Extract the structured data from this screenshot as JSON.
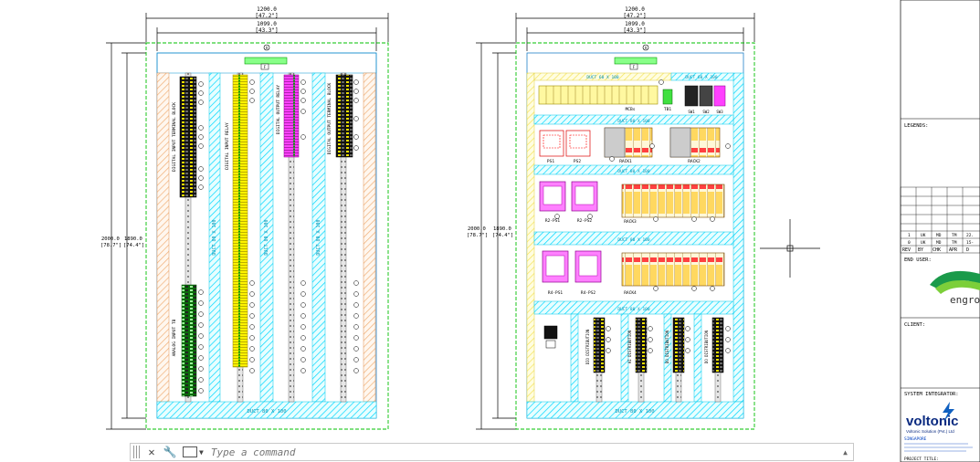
{
  "drawing": {
    "left_panel": {
      "dim_total": "1200.0",
      "dim_total_in": "[47.2\"]",
      "dim_inner": "1099.0",
      "dim_inner_in": "[43.3\"]",
      "dim_height": "2000.0",
      "dim_height_in": "[78.7\"]",
      "dim_height2": "1890.0",
      "dim_height2_in": "[74.4\"]",
      "label_A": "A",
      "label_F": "F",
      "blocks": [
        "DIGITAL INPUT TERMINAL BLOCK",
        "DIGITAL INPUT RELAY",
        "DIGITAL OUTPUT RELAY",
        "DIGITAL OUTPUT TERMINAL BLOCK",
        "ANALOG INPUT TB"
      ],
      "ducts": [
        "DUCT 80 X 100",
        "DUCT 80 X 100",
        "DUCT 80 X 100"
      ],
      "bottom_duct": "DUCT 80 X 100"
    },
    "right_panel": {
      "dim_total": "1200.0",
      "dim_total_in": "[47.2\"]",
      "dim_inner": "1099.0",
      "dim_inner_in": "[43.3\"]",
      "dim_height": "2000.0",
      "dim_height_in": "[78.7\"]",
      "dim_height2": "1890.0",
      "dim_height2_in": "[74.4\"]",
      "label_A": "A",
      "label_F": "F",
      "labels": [
        "MCBs",
        "TB1",
        "SW1",
        "SW2",
        "SW3",
        "PS1",
        "PS2",
        "RACK1",
        "RACK2",
        "R2-PS1",
        "R2-PS2",
        "RACK3",
        "R4-PS1",
        "R4-PS2",
        "RACK4"
      ],
      "ducts": [
        "DUCT 60 X 100",
        "DUCT 60 X 100",
        "DUCT 80 X 100",
        "DUCT 80 X 100",
        "DUCT 80 X 100",
        "DUCT 80 X 100"
      ],
      "vertical_blocks": [
        "DIO DISTRIBUTION",
        "AI DISTRIBUTION",
        "DO DISTRIBUTION",
        "DO DISTRIBUTION"
      ],
      "bottom_duct": "DUCT 80 X 100"
    }
  },
  "title_block": {
    "legends": "LEGENDS:",
    "rev_rows": [
      [
        "1",
        "UK",
        "MD",
        "TM",
        "22."
      ],
      [
        "0",
        "UK",
        "MD",
        "TM",
        "15-"
      ]
    ],
    "rev_headers": [
      "REV",
      "BY",
      "CHK",
      "APR",
      "D"
    ],
    "end_user": "END USER:",
    "end_user_logo": "engro",
    "client": "CLIENT:",
    "system_integrator": "SYSTEM INTEGRATOR:",
    "integrator_logo": "voltonic",
    "integrator_name": "Voltonic Solution (Pvt.) Ltd",
    "integrator_label": "SINGAPORE",
    "footer_label": "PROJECT TITLE:"
  },
  "command_line": {
    "placeholder": "Type a command",
    "close_icon": "close-icon",
    "settings_icon": "wrench-icon",
    "command_icon": "command-prompt-icon"
  },
  "colors": {
    "dim_line": "#000000",
    "panel_border": "#00c000",
    "duct": "#00e5ff",
    "yellow": "#fff200",
    "magenta": "#ff00ff",
    "orange_hatch": "#f0a060",
    "red": "#ff0000"
  }
}
